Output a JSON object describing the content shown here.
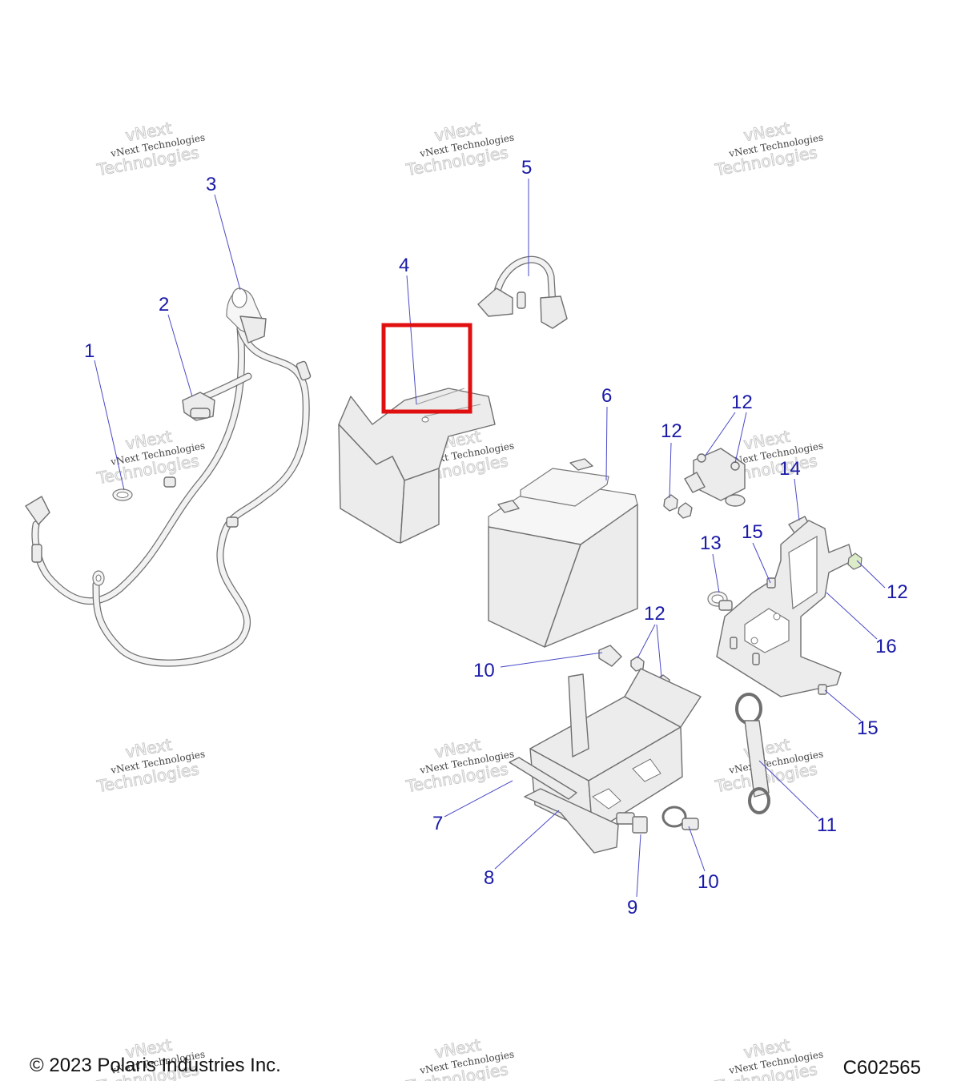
{
  "watermark": {
    "line0": "vNext",
    "line1": "vNext Technologies",
    "line2": "Technologies"
  },
  "footer": {
    "copyright": "© 2023 Polaris Industries Inc.",
    "drawing_code": "C602565"
  },
  "callouts": [
    {
      "id": "callout-1",
      "label": "1"
    },
    {
      "id": "callout-2",
      "label": "2"
    },
    {
      "id": "callout-3",
      "label": "3"
    },
    {
      "id": "callout-4",
      "label": "4"
    },
    {
      "id": "callout-5",
      "label": "5"
    },
    {
      "id": "callout-6",
      "label": "6"
    },
    {
      "id": "callout-12a",
      "label": "12"
    },
    {
      "id": "callout-12b",
      "label": "12"
    },
    {
      "id": "callout-14",
      "label": "14"
    },
    {
      "id": "callout-15a",
      "label": "15"
    },
    {
      "id": "callout-13",
      "label": "13"
    },
    {
      "id": "callout-12c",
      "label": "12"
    },
    {
      "id": "callout-16",
      "label": "16"
    },
    {
      "id": "callout-12d",
      "label": "12"
    },
    {
      "id": "callout-10a",
      "label": "10"
    },
    {
      "id": "callout-15b",
      "label": "15"
    },
    {
      "id": "callout-11",
      "label": "11"
    },
    {
      "id": "callout-7",
      "label": "7"
    },
    {
      "id": "callout-8",
      "label": "8"
    },
    {
      "id": "callout-10b",
      "label": "10"
    },
    {
      "id": "callout-9",
      "label": "9"
    }
  ],
  "colors": {
    "callout": "#1a1aa8",
    "highlight": "#e01010",
    "part_stroke": "#6f6f6f"
  }
}
